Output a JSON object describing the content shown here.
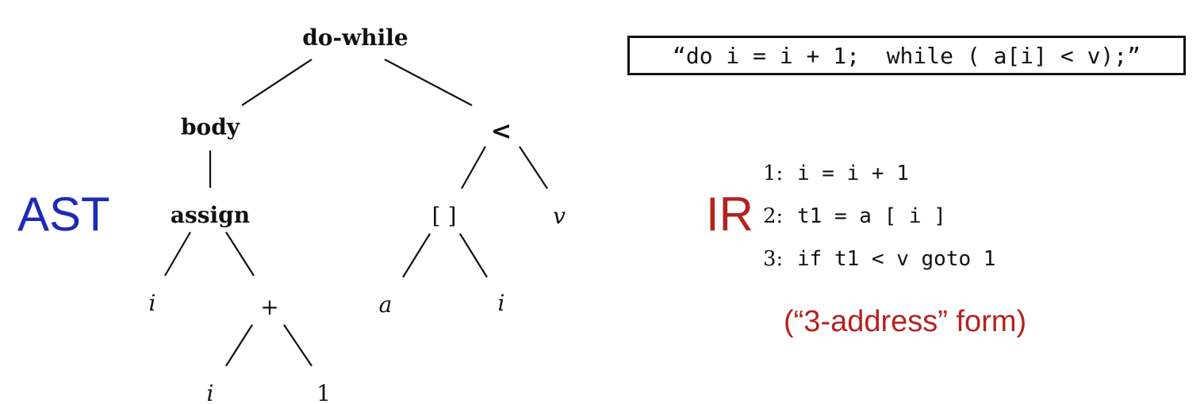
{
  "source_code": "“do i = i + 1;  while ( a[i] < v);”",
  "labels": {
    "ast": "AST",
    "ir": "IR"
  },
  "ast": {
    "root": "do-while",
    "body": "body",
    "assign": "assign",
    "assign_lhs": "i",
    "plus": "+",
    "plus_left": "i",
    "plus_right": "1",
    "compare": "<",
    "index": "[ ]",
    "index_array": "a",
    "index_subscript": "i",
    "compare_right": "v"
  },
  "ir": {
    "lines": [
      {
        "num": "1:",
        "code": "i = i + 1"
      },
      {
        "num": "2:",
        "code": "t1 = a [ i ]"
      },
      {
        "num": "3:",
        "code": "if t1 < v goto 1"
      }
    ],
    "note": "(“3-address” form)"
  },
  "colors": {
    "ast_label": "#1c2bb5",
    "ir_label": "#b3231f",
    "note": "#b3231f"
  }
}
